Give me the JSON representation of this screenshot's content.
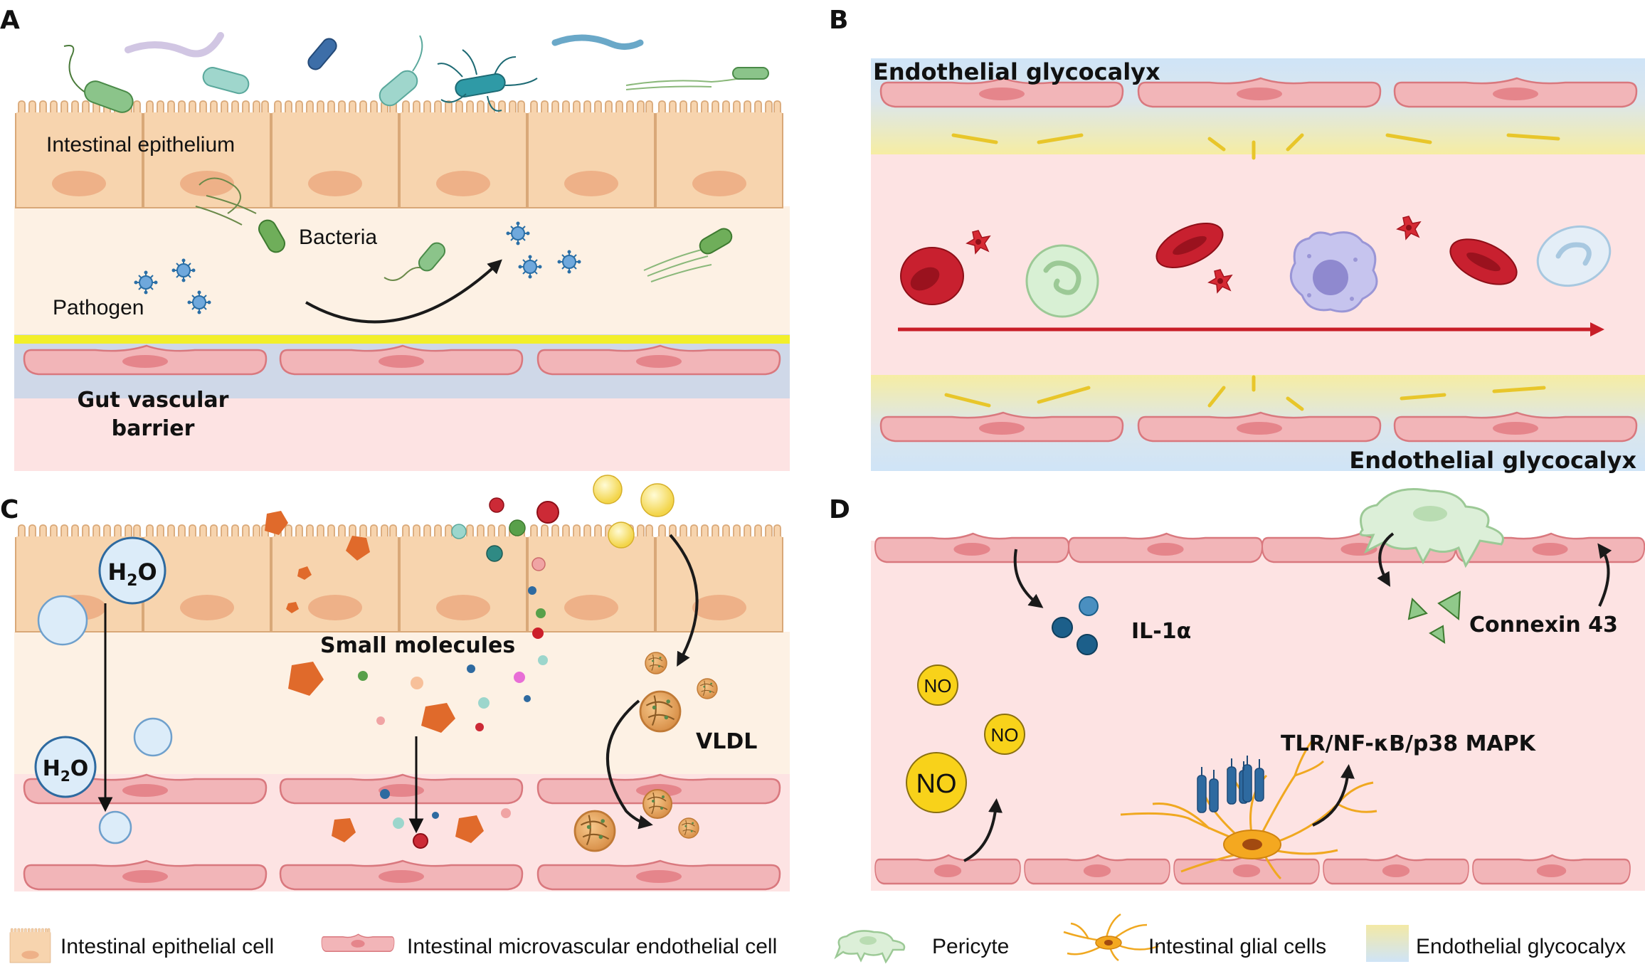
{
  "panels": {
    "a": {
      "letter": "A",
      "epithelium_label": "Intestinal epithelium",
      "bacteria_label": "Bacteria",
      "pathogen_label": "Pathogen",
      "barrier_label_line1": "Gut vascular",
      "barrier_label_line2": "barrier"
    },
    "b": {
      "letter": "B",
      "glycocalyx_top": "Endothelial glycocalyx",
      "glycocalyx_bottom": "Endothelial glycocalyx"
    },
    "c": {
      "letter": "C",
      "h2o_top": "H",
      "h2o_sub": "2",
      "h2o_o": "O",
      "h2o_bottom": "H",
      "h2o_bottom_sub": "2",
      "h2o_bottom_o": "O",
      "small_molecules_label": "Small molecules",
      "vldl_label": "VLDL"
    },
    "d": {
      "letter": "D",
      "il1a_label": "IL-1α",
      "connexin_label": "Connexin 43",
      "tlr_label": "TLR/NF-κB/p38 MAPK",
      "no_small_1": "NO",
      "no_small_2": "NO",
      "no_large": "NO"
    }
  },
  "legend": {
    "items": [
      {
        "label": "Intestinal epithelial cell",
        "icon": "epithelial-cell-icon"
      },
      {
        "label": "Intestinal microvascular endothelial cell",
        "icon": "endothelial-cell-icon"
      },
      {
        "label": "Pericyte",
        "icon": "pericyte-icon"
      },
      {
        "label": "Intestinal glial cells",
        "icon": "glial-cell-icon"
      },
      {
        "label": "Endothelial glycocalyx",
        "icon": "glycocalyx-icon"
      }
    ]
  },
  "colors": {
    "epithelium": "#f7d4ae",
    "epithelium_stroke": "#d9a878",
    "lumen_bg": "#fdf1e4",
    "endothelium": "#f2b5b8",
    "endothelium_stroke": "#d9787e",
    "vessel_bg": "#fde3e3",
    "glycocalyx_blue": "#cfe4f7",
    "glycocalyx_yellow": "#f3e9a6",
    "rbc": "#c8202f",
    "arrow_red": "#c81e28"
  }
}
